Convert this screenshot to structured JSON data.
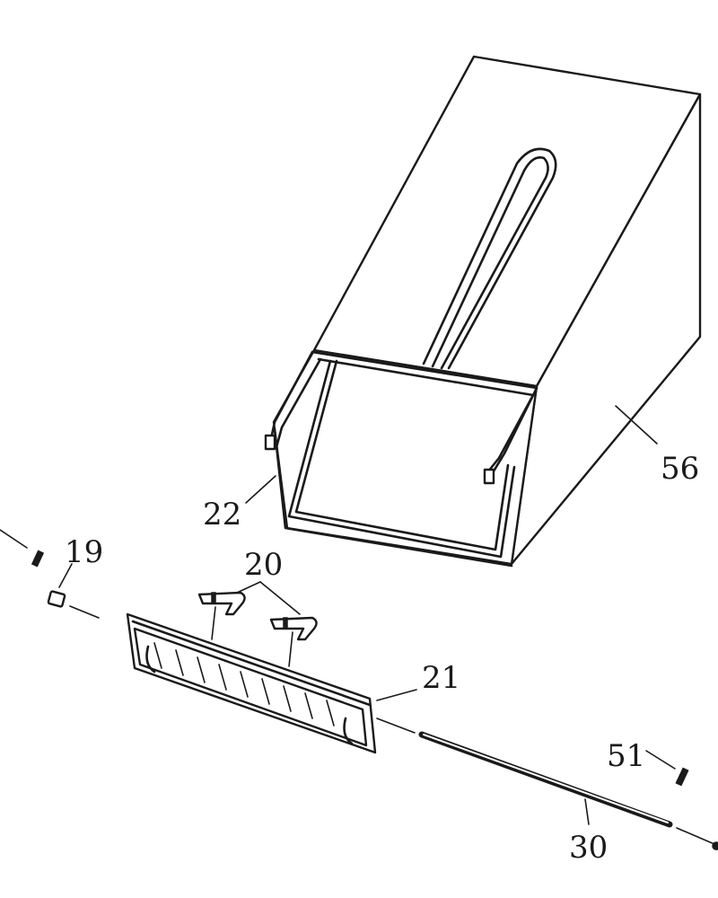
{
  "callouts": {
    "bag": "56",
    "frame": "22",
    "pin_left": "19",
    "hooks": "20",
    "flap": "21",
    "pin_right": "51",
    "rod": "30"
  },
  "colors": {
    "ink": "#1a1a1a",
    "background": "#ffffff"
  }
}
